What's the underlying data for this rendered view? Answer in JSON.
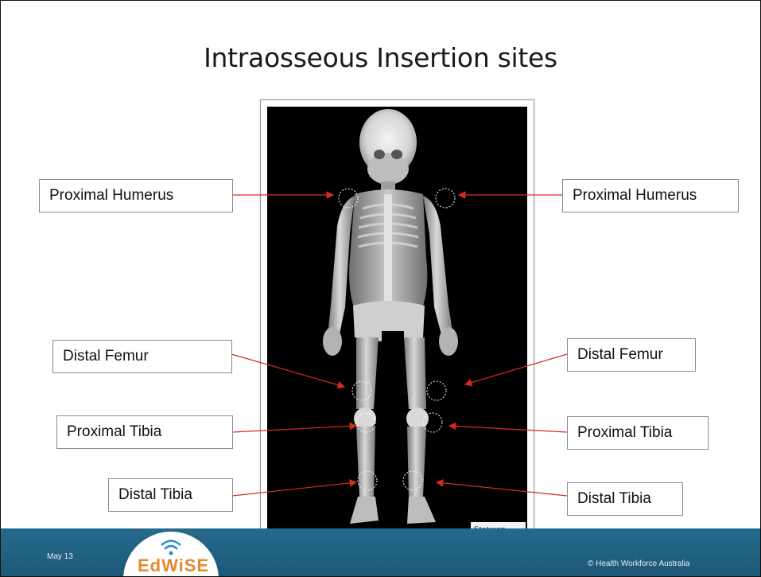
{
  "slide": {
    "title": "Intraosseous Insertion sites",
    "labels": {
      "left": [
        "Proximal Humerus",
        "Distal Femur",
        "Proximal Tibia",
        "Distal Tibia"
      ],
      "right": [
        "Proximal Humerus",
        "Distal Femur",
        "Proximal Tibia",
        "Distal Tibia"
      ]
    },
    "image_watermark": "Statscan",
    "arrow_color": "#d62b1f"
  },
  "footer": {
    "date": "May 13",
    "logo_text": "EdWiSE",
    "copyright": "© Health Workforce Australia"
  }
}
